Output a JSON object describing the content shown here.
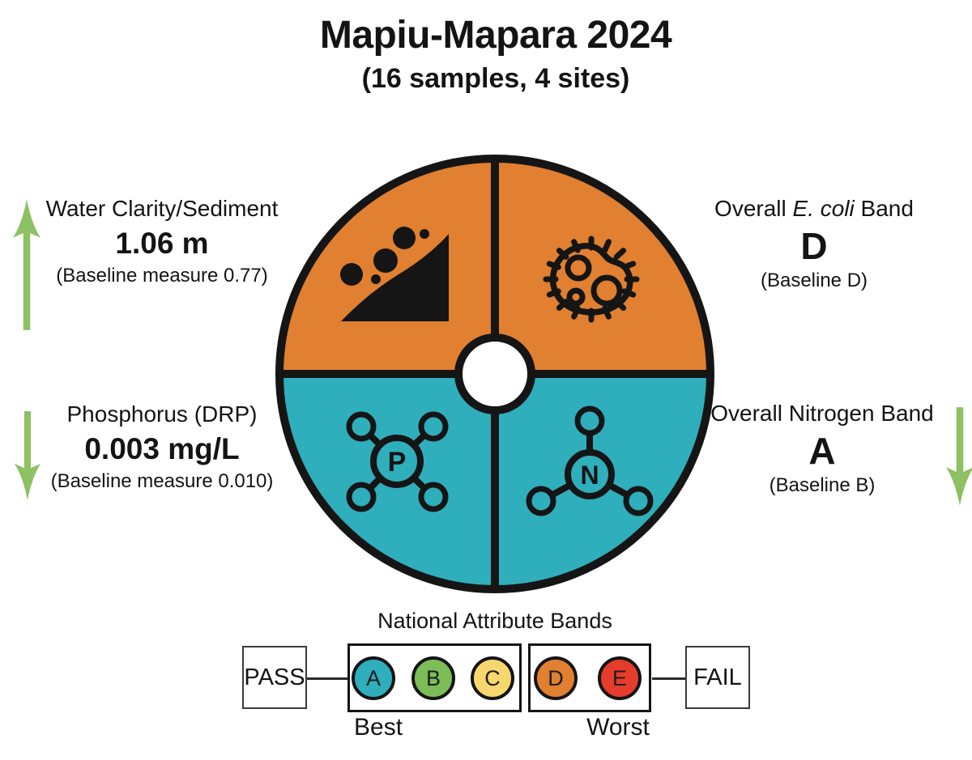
{
  "title": "Mapiu-Mapara 2024",
  "subtitle": "(16 samples, 4 sites)",
  "colors": {
    "orange": "#E08030",
    "teal": "#2FAEBC",
    "arrow_green": "#8DC163",
    "outline": "#151515"
  },
  "metrics": {
    "clarity": {
      "label": "Water Clarity/Sediment",
      "value": "1.06 m",
      "baseline": "(Baseline measure 0.77)",
      "trend": "up"
    },
    "phosphorus": {
      "label": "Phosphorus (DRP)",
      "value": "0.003 mg/L",
      "baseline": "(Baseline measure 0.010)",
      "trend": "down"
    },
    "ecoli": {
      "label_prefix": "Overall ",
      "label_italic": "E. coli",
      "label_suffix": " Band",
      "value": "D",
      "baseline": "(Baseline D)"
    },
    "nitrogen": {
      "label": "Overall Nitrogen Band",
      "value": "A",
      "baseline": "(Baseline B)",
      "trend": "down"
    }
  },
  "wheel": {
    "phosphorus_symbol": "P",
    "nitrogen_symbol": "N"
  },
  "legend": {
    "title": "National Attribute Bands",
    "pass_label": "PASS",
    "fail_label": "FAIL",
    "best_label": "Best",
    "worst_label": "Worst",
    "bands": [
      {
        "letter": "A",
        "color": "#2FAEBC"
      },
      {
        "letter": "B",
        "color": "#7CBD58"
      },
      {
        "letter": "C",
        "color": "#F8D76E"
      },
      {
        "letter": "D",
        "color": "#E08030"
      },
      {
        "letter": "E",
        "color": "#E63C2C"
      }
    ]
  }
}
